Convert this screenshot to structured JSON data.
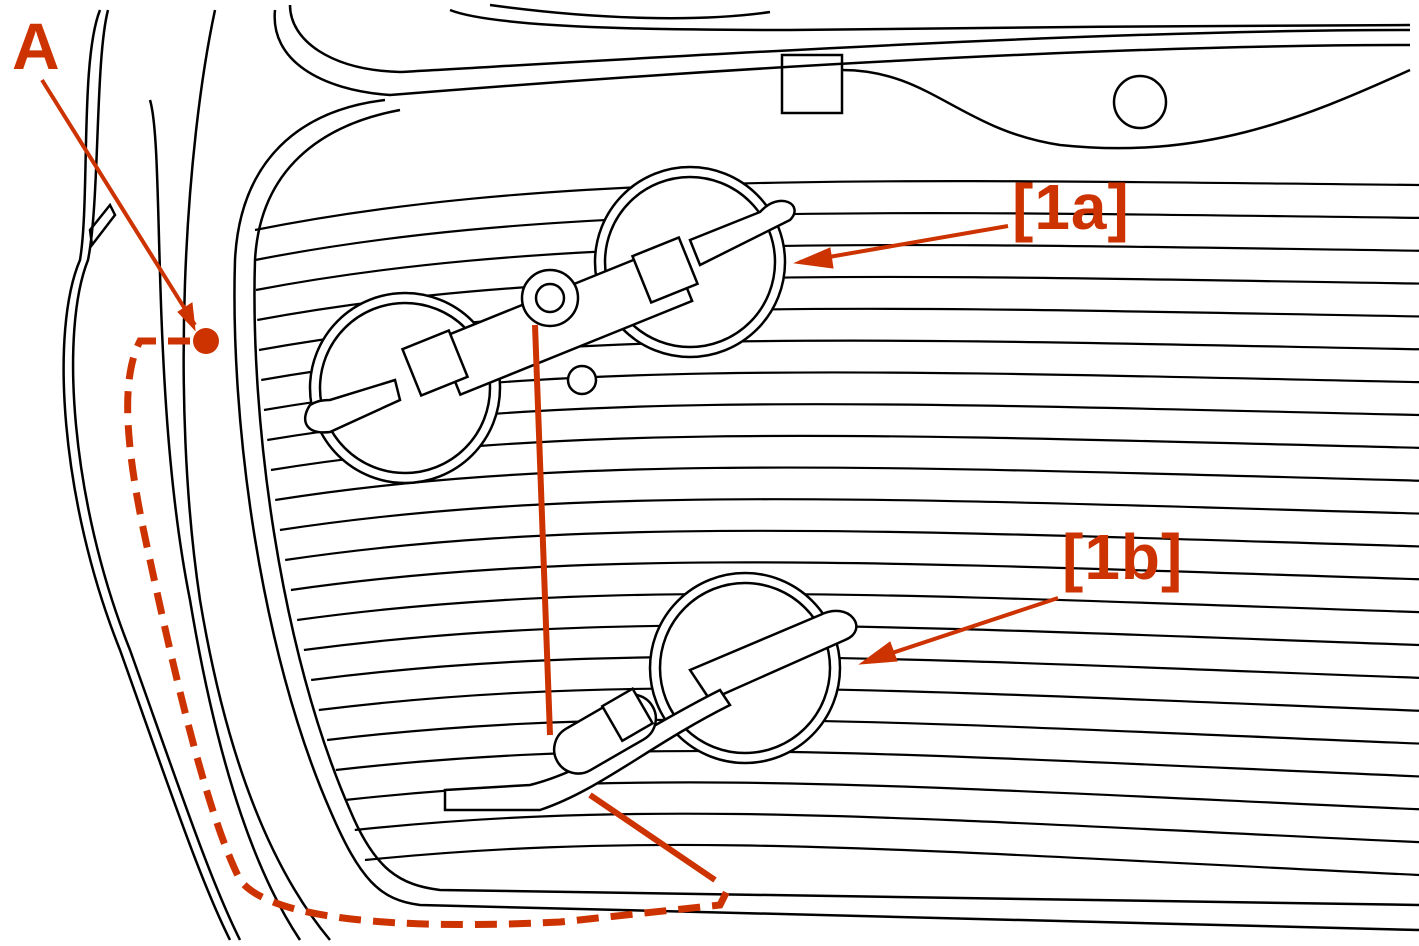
{
  "labels": {
    "a": "A",
    "tool_1a": "[1a]",
    "tool_1b": "[1b]"
  },
  "colors": {
    "accent": "#cc3300",
    "line": "#000000"
  }
}
